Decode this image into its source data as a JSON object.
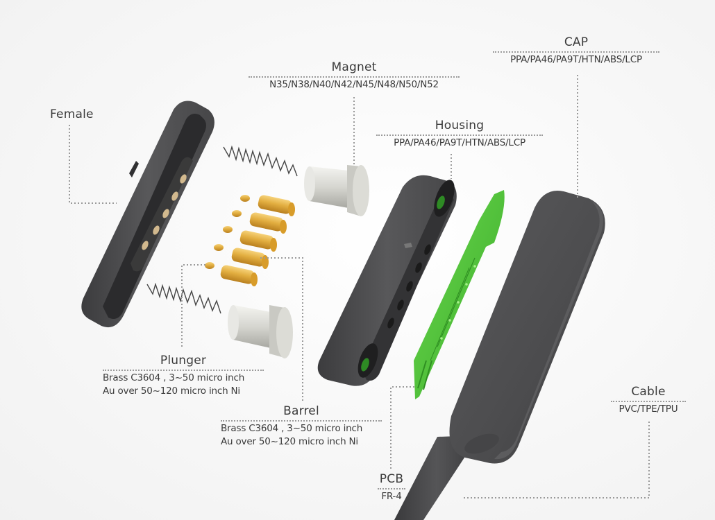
{
  "diagram": {
    "type": "exploded-view",
    "subject": "magnetic pogo pin connector",
    "colors": {
      "background": "#f7f7f7",
      "plastic": "#4a4a4c",
      "plastic_light": "#6a6a6c",
      "gold": "#e2b24a",
      "magnet": "#d8d8d4",
      "pcb": "#4fc43a",
      "text": "#3a3a3a",
      "leader": "#9a9a9a"
    }
  },
  "labels": {
    "female": {
      "title": "Female"
    },
    "magnet": {
      "title": "Magnet",
      "spec": "N35/N38/N40/N42/N45/N48/N50/N52"
    },
    "housing": {
      "title": "Housing",
      "spec": "PPA/PA46/PA9T/HTN/ABS/LCP"
    },
    "cap": {
      "title": "CAP",
      "spec": "PPA/PA46/PA9T/HTN/ABS/LCP"
    },
    "plunger": {
      "title": "Plunger",
      "spec_line1": "Brass C3604 , 3~50 micro inch",
      "spec_line2": "Au over 50~120 micro inch Ni"
    },
    "barrel": {
      "title": "Barrel",
      "spec_line1": "Brass C3604 , 3~50 micro inch",
      "spec_line2": "Au over 50~120 micro inch Ni"
    },
    "pcb": {
      "title": "PCB",
      "spec": "FR-4"
    },
    "cable": {
      "title": "Cable",
      "spec": "PVC/TPE/TPU"
    }
  },
  "components": [
    {
      "id": "female",
      "count": 1
    },
    {
      "id": "spring",
      "count": 2
    },
    {
      "id": "magnet",
      "count": 2
    },
    {
      "id": "plunger",
      "count": 5
    },
    {
      "id": "barrel",
      "count": 5
    },
    {
      "id": "housing",
      "count": 1
    },
    {
      "id": "pcb",
      "count": 1
    },
    {
      "id": "cap",
      "count": 1
    },
    {
      "id": "cable",
      "count": 1
    }
  ]
}
